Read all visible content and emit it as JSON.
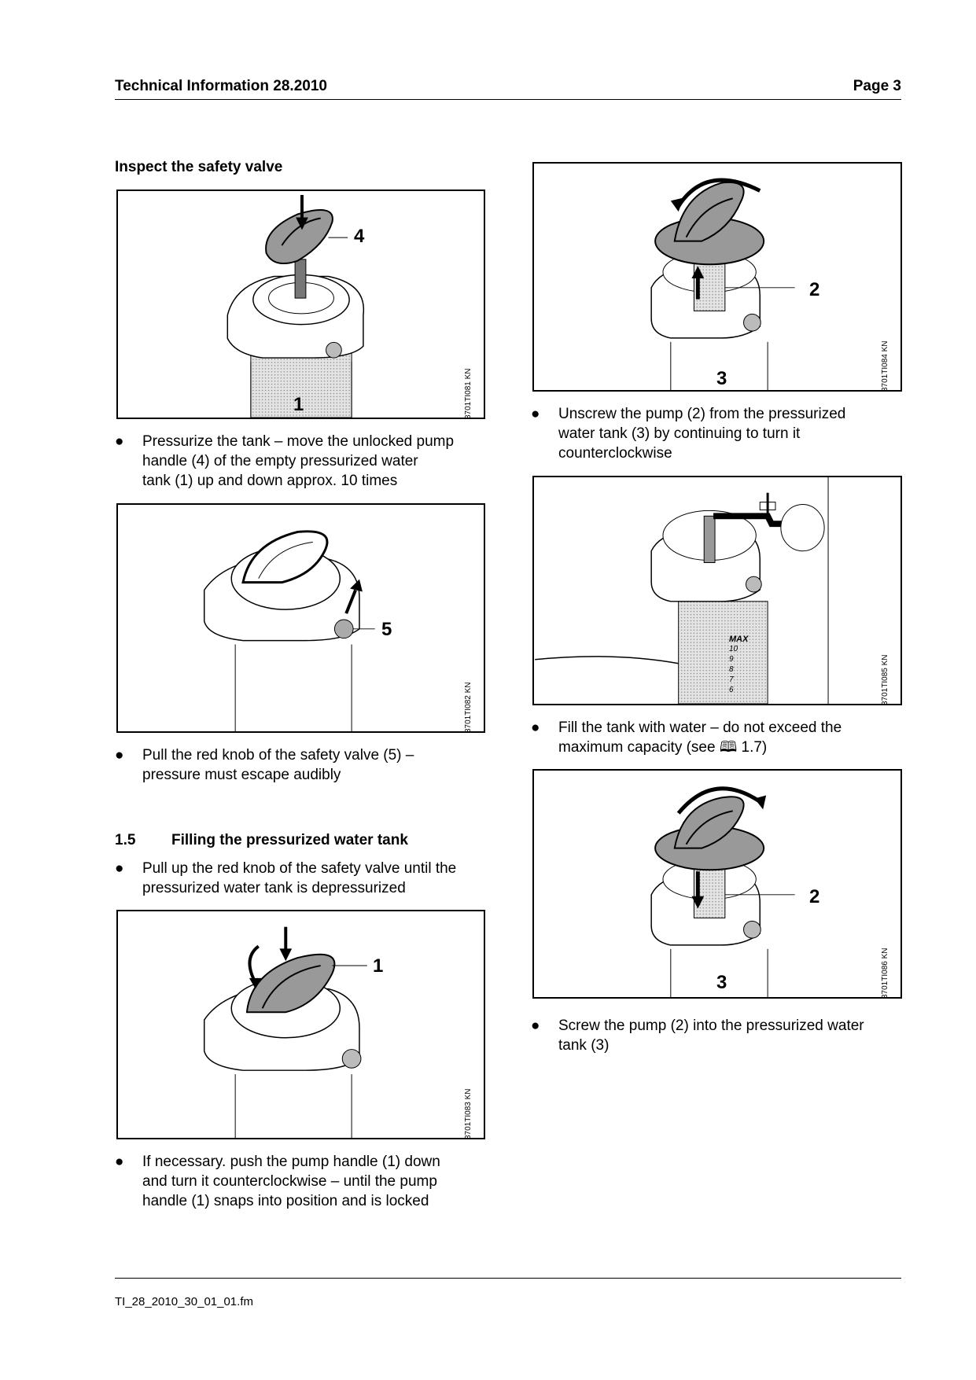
{
  "header": {
    "title": "Technical Information  28.2010",
    "page": "Page 3"
  },
  "left": {
    "section_heading": "Inspect the safety valve",
    "fig1": {
      "code": "3701TI081 KN",
      "callout_top": "4",
      "callout_bottom": "1"
    },
    "bullet1": [
      "Pressurize the tank – move the unlocked pump",
      "handle (4) of the empty pressurized water",
      "tank (1) up and down approx. 10 times"
    ],
    "fig2": {
      "code": "3701TI082 KN",
      "callout": "5"
    },
    "bullet2": [
      "Pull the red knob of the safety valve (5) –",
      "pressure must escape audibly"
    ],
    "section15": {
      "number": "1.5",
      "title": "Filling the pressurized water tank"
    },
    "bullet3": [
      "Pull up the red knob of the safety valve until the",
      "pressurized water tank is depressurized"
    ],
    "fig3": {
      "code": "3701TI083 KN",
      "callout": "1"
    },
    "bullet4": [
      "If necessary. push the pump handle (1) down",
      "and turn it counterclockwise – until the pump",
      "handle (1) snaps into position and is locked"
    ]
  },
  "right": {
    "fig4": {
      "code": "3701TI084 KN",
      "callout_right": "2",
      "callout_bottom": "3"
    },
    "bullet1": [
      "Unscrew the pump (2) from the pressurized",
      "water tank (3) by continuing to turn it",
      "counterclockwise"
    ],
    "fig5": {
      "code": "3701TI085 KN",
      "max_label": "MAX",
      "scale": [
        "10",
        "9",
        "8",
        "7",
        "6"
      ]
    },
    "bullet2": [
      "Fill the tank with water – do not exceed the",
      "maximum capacity (see 🕮 1.7)"
    ],
    "fig6": {
      "code": "3701TI086 KN",
      "callout_right": "2",
      "callout_bottom": "3"
    },
    "bullet3": [
      "Screw the pump (2) into the pressurized water",
      "tank (3)"
    ]
  },
  "footer": {
    "filename": "TI_28_2010_30_01_01.fm"
  },
  "bullet_symbol": "●"
}
